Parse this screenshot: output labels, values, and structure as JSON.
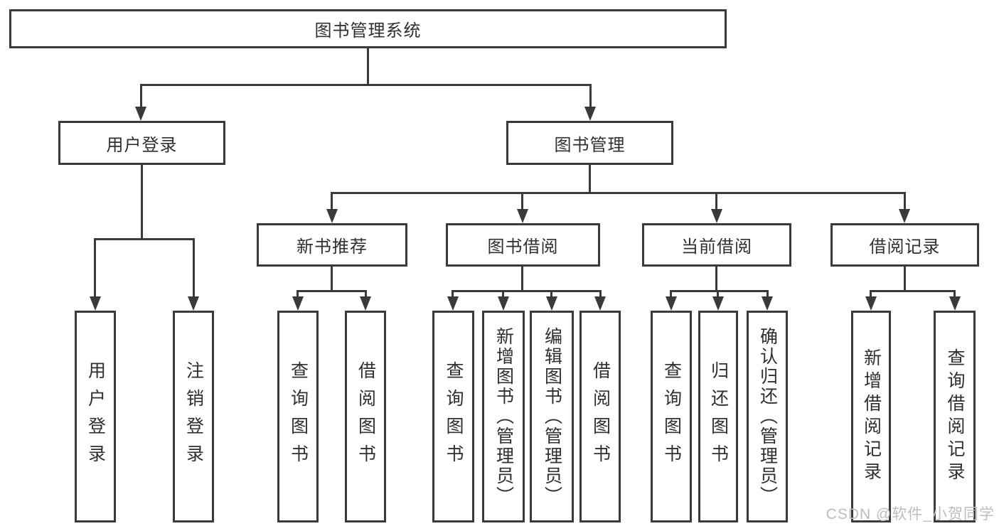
{
  "diagram": {
    "title": "图书管理系统",
    "level2": {
      "user_login": "用户登录",
      "book_mgmt": "图书管理"
    },
    "level3": {
      "new_book_rec": "新书推荐",
      "book_borrow": "图书借阅",
      "current_borrow": "当前借阅",
      "borrow_records": "借阅记录"
    },
    "leaves": {
      "login_user": "用户登录",
      "login_logout": "注销登录",
      "rec_query": "查询图书",
      "rec_borrow": "借阅图书",
      "bb_query": "查询图书",
      "bb_add": "新增图书（管理员）",
      "bb_edit": "编辑图书（管理员）",
      "bb_borrow": "借阅图书",
      "cur_query": "查询图书",
      "cur_return": "归还图书",
      "cur_confirm": "确认归还（管理员）",
      "log_add": "新增借阅记录",
      "log_query": "查询借阅记录"
    },
    "watermark": "CSDN @软件_小贺同学",
    "colors": {
      "line": "#3a3a3a",
      "text": "#2f2f2f",
      "watermark": "#bdbdbd",
      "background": "#ffffff"
    }
  }
}
